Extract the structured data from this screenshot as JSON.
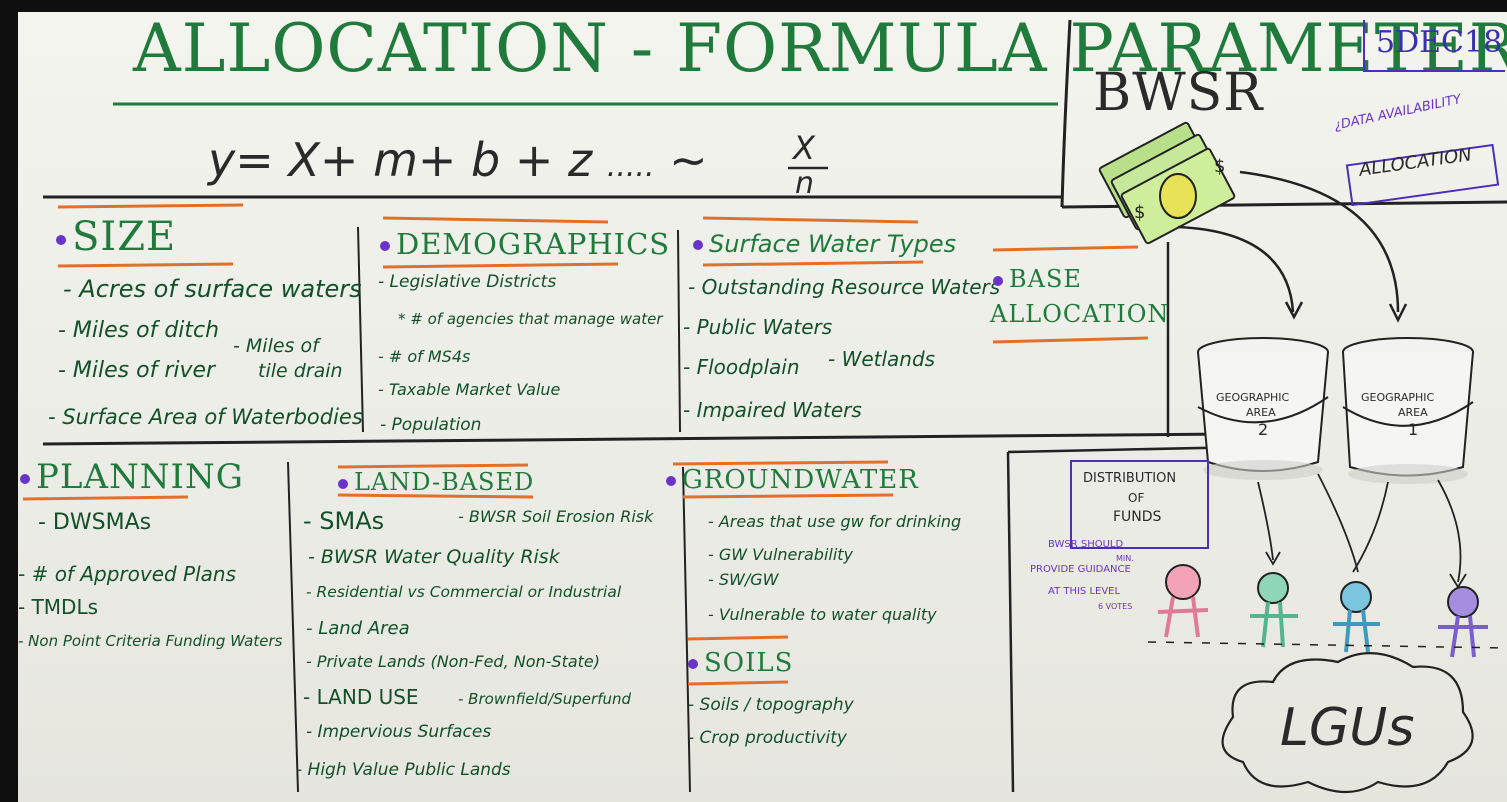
{
  "title": "ALLOCATION - FORMULA PARAMETERS",
  "formula": "y= X+ m+ b + z ..... ~ X/n",
  "formula_parts": {
    "left": "y= X+ m+ b + z",
    "dots": ".....",
    "approx": "~",
    "num": "X",
    "den": "n"
  },
  "sections": {
    "size": {
      "heading": "SIZE",
      "items": [
        "- Acres of surface waters",
        "- Miles of ditch",
        "- Miles of river",
        "- Miles of",
        "tile drain",
        "- Surface Area of Waterbodies"
      ]
    },
    "demographics": {
      "heading": "DEMOGRAPHICS",
      "items": [
        "- Legislative Districts",
        "* # of agencies that manage water",
        "- # of MS4s",
        "- Taxable Market Value",
        "- Population"
      ]
    },
    "surface_water": {
      "heading": "Surface Water Types",
      "items": [
        "- Outstanding Resource Waters",
        "- Public Waters",
        "- Floodplain",
        "- Wetlands",
        "- Impaired Waters"
      ]
    },
    "base": {
      "heading_line1": "BASE",
      "heading_line2": "ALLOCATION"
    },
    "planning": {
      "heading": "PLANNING",
      "items": [
        "- DWSMAs",
        "- # of Approved Plans",
        "- TMDLs",
        "- Non Point Criteria Funding Waters"
      ]
    },
    "land_based": {
      "heading": "LAND-BASED",
      "items": [
        "- SMAs",
        "- BWSR Soil Erosion Risk",
        "- BWSR Water Quality Risk",
        "- Residential vs Commercial or Industrial",
        "- Land Area",
        "- Private Lands (Non-Fed, Non-State)",
        "- LAND USE",
        "- Brownfield/Superfund",
        "- Impervious Surfaces",
        "- High Value Public Lands"
      ]
    },
    "groundwater": {
      "heading": "GROUNDWATER",
      "items": [
        "- Areas that use gw for drinking",
        "- GW Vulnerability",
        "- SW/GW",
        "- Vulnerable to water quality"
      ]
    },
    "soils": {
      "heading": "SOILS",
      "items": [
        "- Soils / topography",
        "- Crop productivity"
      ]
    }
  },
  "right_panel": {
    "bwsr": "BWSR",
    "date": "5DEC18",
    "data_availability": "¿DATA AVAILABILITY",
    "allocation_box": "ALLOCATION",
    "bucket1_line1": "GEOGRAPHIC",
    "bucket1_line2": "AREA",
    "bucket1_num": "2",
    "bucket2_line1": "GEOGRAPHIC",
    "bucket2_line2": "AREA",
    "bucket2_num": "1",
    "distribution_line1": "DISTRIBUTION",
    "distribution_line2": "OF",
    "distribution_line3": "FUNDS",
    "note_line1": "BWSR SHOULD",
    "note_min": "MIN.",
    "note_line2": "PROVIDE GUIDANCE",
    "note_line3": "AT THIS LEVEL",
    "note_votes": "6 VOTES",
    "lgus": "LGUs"
  },
  "colors": {
    "green": "#1f7a3b",
    "orange": "#e2702a",
    "purple": "#6a34c8",
    "black": "#2a2a2a"
  }
}
